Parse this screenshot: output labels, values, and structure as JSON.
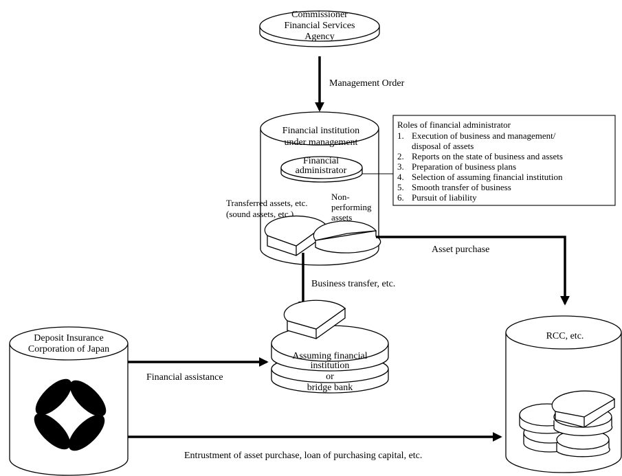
{
  "commissioner": {
    "lines": [
      "Commissioner",
      "Financial Services",
      "Agency"
    ]
  },
  "management_order": "Management Order",
  "institution_under_management": {
    "lines": [
      "Financial institution",
      "under management"
    ]
  },
  "financial_administrator": {
    "lines": [
      "Financial",
      "administrator"
    ]
  },
  "transferred_assets": {
    "lines": [
      "Transferred assets, etc.",
      "(sound assets, etc.)"
    ]
  },
  "non_performing": {
    "lines": [
      "Non-",
      "performing",
      "assets"
    ]
  },
  "roles": {
    "title": "Roles of financial administrator",
    "items": [
      {
        "num": "1.",
        "text": "Execution of business and management/"
      },
      {
        "num": "",
        "text": "disposal of assets"
      },
      {
        "num": "2.",
        "text": "Reports on the state of business and assets"
      },
      {
        "num": "3.",
        "text": "Preparation of business plans"
      },
      {
        "num": "4.",
        "text": "Selection of assuming financial institution"
      },
      {
        "num": "5.",
        "text": "Smooth transfer of business"
      },
      {
        "num": "6.",
        "text": "Pursuit of liability"
      }
    ]
  },
  "asset_purchase": "Asset purchase",
  "business_transfer": "Business transfer, etc.",
  "assuming_institution": {
    "lines": [
      "Assuming financial",
      "institution",
      "or",
      "bridge bank"
    ]
  },
  "dic": {
    "lines": [
      "Deposit Insurance",
      "Corporation of Japan"
    ]
  },
  "financial_assistance": "Financial assistance",
  "rcc": "RCC, etc.",
  "entrustment": "Entrustment of asset purchase, loan of purchasing capital, etc."
}
